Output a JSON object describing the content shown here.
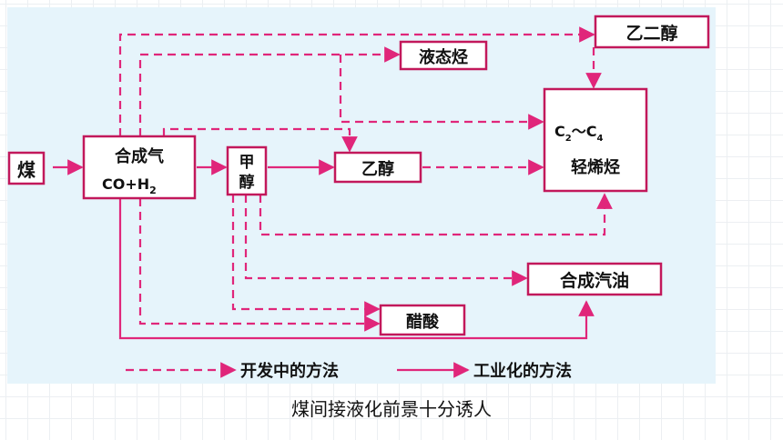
{
  "diagram": {
    "nodes": {
      "coal": "煤",
      "syngas_line1": "合成气",
      "syngas_line2_a": "CO+H",
      "syngas_line2_sub": "2",
      "methanol_line1": "甲",
      "methanol_line2": "醇",
      "ethanol": "乙醇",
      "liquid_hydrocarbon": "液态烃",
      "ethylene_glycol": "乙二醇",
      "olefin_line1_c2": "C",
      "olefin_line1_sub2": "2",
      "olefin_line1_tilde": "～",
      "olefin_line1_c4": "C",
      "olefin_line1_sub4": "4",
      "olefin_line2": "轻烯烃",
      "synthetic_gasoline": "合成汽油",
      "acetic_acid": "醋酸"
    },
    "legend": {
      "dashed_label": "开发中的方法",
      "solid_label": "工业化的方法"
    }
  },
  "caption": "煤间接液化前景十分诱人",
  "colors": {
    "line": "#e0267a",
    "box_border": "#c2185b",
    "panel_bg": "#e6f4fb"
  }
}
